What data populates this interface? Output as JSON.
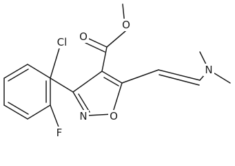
{
  "molecule": {
    "atom_labels": {
      "cl": "Cl",
      "f": "F",
      "o_carbonyl": "O",
      "o_ester": "O",
      "n_ring": "N",
      "o_ring": "O",
      "n_amine": "N"
    },
    "colors": {
      "bond": "#1a1a1a",
      "text": "#1a1a1a",
      "background": "#ffffff"
    }
  }
}
